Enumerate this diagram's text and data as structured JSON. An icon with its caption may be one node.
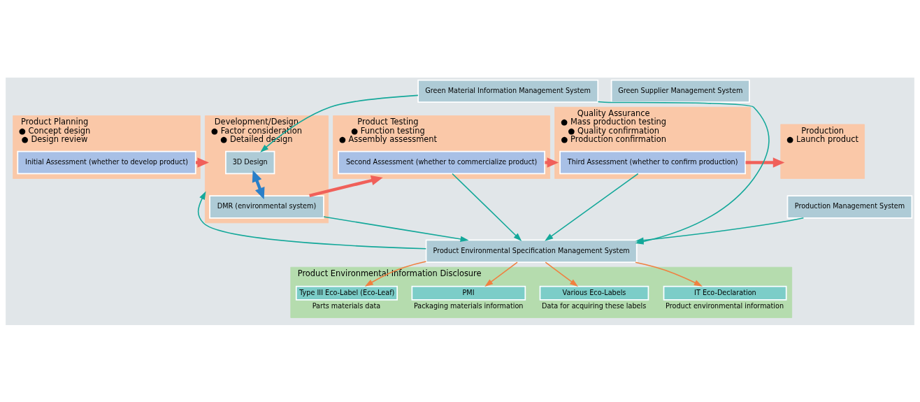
{
  "diagram": {
    "nodes": [
      {
        "text": [
          "Product Planning",
          "● Concept design",
          "● Design review"
        ]
      },
      {
        "text": [
          "Development/Design",
          "● Factor consideration",
          "● Detailed design"
        ]
      },
      {
        "text": [
          "Product Testing",
          "● Function testing",
          "● Assembly assessment"
        ]
      },
      {
        "text": [
          "Quality Assurance",
          "● Mass production testing",
          "● Quality confirmation",
          "● Production confirmation"
        ]
      },
      {
        "text": [
          "Production",
          "● Launch product"
        ]
      },
      {
        "text": [
          "Initial Assessment (whether to develop product)"
        ],
        "in": 0
      },
      {
        "text": [
          "3D Design"
        ],
        "in": 1
      },
      {
        "text": [
          "DMR (environmental system)"
        ],
        "in": 1
      },
      {
        "text": [
          "Second Assessment (whether to commercialize product)"
        ],
        "in": 2
      },
      {
        "text": [
          "Third Assessment (whether to confirm production)"
        ],
        "in": 3
      },
      {
        "text": [
          "Green Supplier Management System"
        ]
      },
      {
        "text": [
          "Green Material Information Management System"
        ]
      },
      {
        "text": [
          "Production Management System"
        ]
      },
      {
        "text": [
          "Product Environmental Specification Management System"
        ]
      },
      {
        "text": [
          "Product Environmental Information Disclosure"
        ]
      },
      {
        "text": [
          "IT Eco-Declaration"
        ],
        "in": 14,
        "beside": [
          "Product environmental information"
        ]
      },
      {
        "text": [
          "Various Eco-Labels"
        ],
        "in": 14,
        "beside": [
          "Data for acquiring these labels"
        ]
      },
      {
        "text": [
          "PMI"
        ],
        "in": 14,
        "beside": [
          "Packaging materials information"
        ]
      },
      {
        "text": [
          "Type III Eco-Label (Eco-Leaf)"
        ],
        "in": 14,
        "beside": [
          "Parts materials data"
        ]
      }
    ],
    "edges": [
      {
        "from": 5,
        "to": 1,
        "arrow": "to",
        "style": "thick",
        "color": "#f0605a"
      },
      {
        "from": 7,
        "to": 2,
        "arrow": "to",
        "style": "thick",
        "color": "#f0605a"
      },
      {
        "from": 8,
        "to": 3,
        "arrow": "to",
        "style": "thick",
        "color": "#f0605a"
      },
      {
        "from": 9,
        "to": 4,
        "arrow": "to",
        "style": "thick",
        "color": "#f0605a"
      },
      {
        "from": 11,
        "to": 6,
        "arrow": "to"
      },
      {
        "from": 6,
        "to": 7,
        "arrow": "both",
        "style": "thick",
        "color": "#2a7fc8"
      },
      {
        "from": 7,
        "to": 13,
        "arrow": "to"
      },
      {
        "from": 8,
        "to": 13,
        "arrow": "to"
      },
      {
        "from": 9,
        "to": 13,
        "arrow": "to"
      },
      {
        "from": 13,
        "to": 1,
        "arrow": "to"
      },
      {
        "from": 11,
        "to": 13,
        "arrow": "to"
      },
      {
        "from": 12,
        "to": 13,
        "arrow": "to"
      },
      {
        "from": 13,
        "to": 15,
        "arrow": "to",
        "color": "#f08040"
      },
      {
        "from": 13,
        "to": 16,
        "arrow": "to",
        "color": "#f08040"
      },
      {
        "from": 13,
        "to": 17,
        "arrow": "to",
        "color": "#f08040"
      },
      {
        "from": 13,
        "to": 18,
        "arrow": "to",
        "color": "#f08040"
      }
    ]
  }
}
